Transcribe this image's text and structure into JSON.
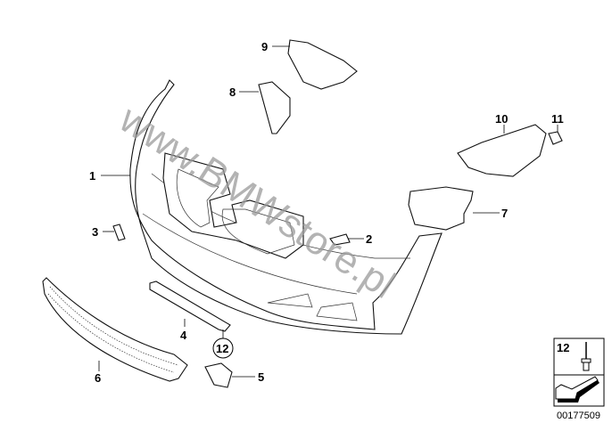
{
  "diagram": {
    "watermark": "www.BMWstore.pl",
    "callouts": [
      "1",
      "2",
      "3",
      "4",
      "5",
      "6",
      "7",
      "8",
      "9",
      "10",
      "11"
    ],
    "circled_callout": "12",
    "legend": {
      "item_number": "12",
      "item": "rivet-icon",
      "direction": "arrow-icon"
    },
    "image_number": "00177509"
  }
}
